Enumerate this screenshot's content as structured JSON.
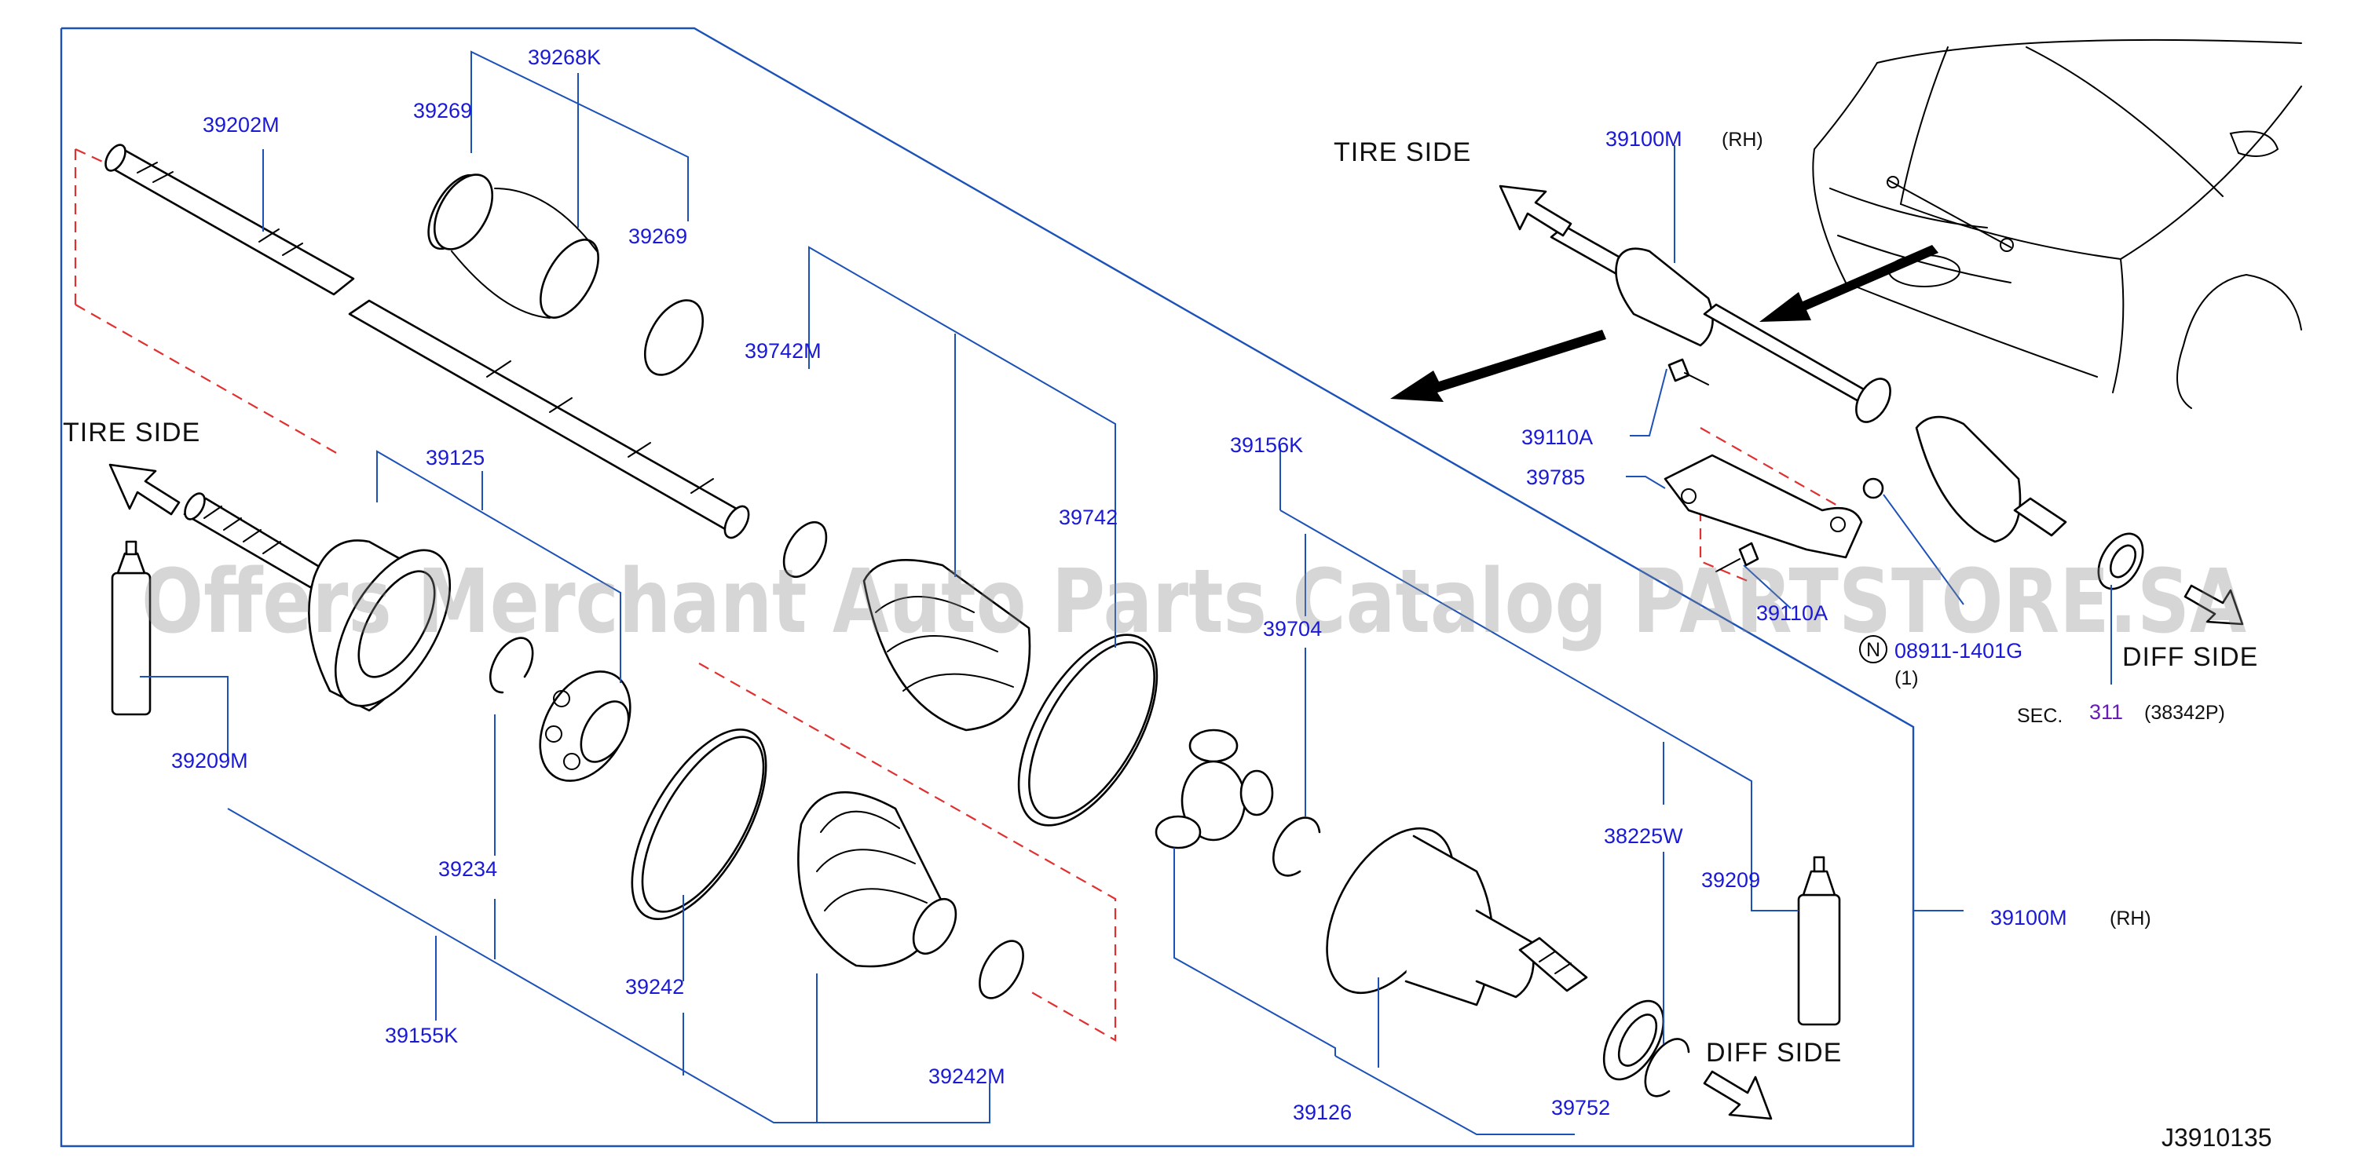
{
  "diagram": {
    "code": "J3910135",
    "watermark": "Offers Merchant Auto Parts Catalog PARTSTORE.SA",
    "side_labels": {
      "tire_side_left": "TIRE  SIDE",
      "tire_side_right": "TIRE  SIDE",
      "diff_side_bottom": "DIFF  SIDE",
      "diff_side_right": "DIFF  SIDE"
    },
    "rh_notes": {
      "top": "(RH)",
      "frame": "(RH)"
    },
    "sec_ref": {
      "prefix": "SEC.",
      "number": "311",
      "suffix": "(38342P)"
    },
    "nut_ref": {
      "symbol": "N",
      "part": "08911-1401G",
      "qty": "(1)"
    },
    "parts": {
      "p39202M": "39202M",
      "p39268K": "39268K",
      "p39269a": "39269",
      "p39269b": "39269",
      "p39742M": "39742M",
      "p39742": "39742",
      "p39156K": "39156K",
      "p39125": "39125",
      "p39209M": "39209M",
      "p39234": "39234",
      "p39155K": "39155K",
      "p39242": "39242",
      "p39242M": "39242M",
      "p39704": "39704",
      "p39126": "39126",
      "p38225W": "38225W",
      "p39209": "39209",
      "p39752": "39752",
      "p39100M_frame": "39100M",
      "p39100M_top": "39100M",
      "p39110A_top": "39110A",
      "p39785": "39785",
      "p39110A_bottom": "39110A"
    }
  }
}
